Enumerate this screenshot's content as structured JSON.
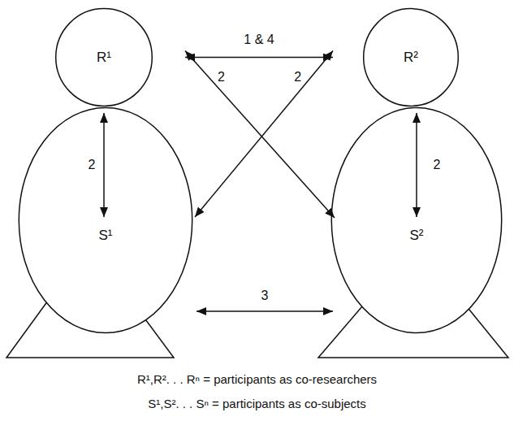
{
  "diagram": {
    "nodes": [
      {
        "text": [
          "R¹"
        ]
      },
      {
        "text": [
          "R²"
        ]
      },
      {
        "text": [
          "S¹"
        ]
      },
      {
        "text": [
          "S²"
        ]
      }
    ],
    "edges": [
      {
        "from": 0,
        "to": 1,
        "label": "1 & 4",
        "arrow": "both"
      },
      {
        "from": 0,
        "to": 2,
        "label": "2",
        "arrow": "both"
      },
      {
        "from": 1,
        "to": 3,
        "label": "2",
        "arrow": "both"
      },
      {
        "from": 0,
        "to": 3,
        "label": "2",
        "arrow": "both"
      },
      {
        "from": 1,
        "to": 2,
        "label": "2",
        "arrow": "both"
      },
      {
        "from": 2,
        "to": 3,
        "label": "3",
        "arrow": "both"
      }
    ],
    "labels": [
      "R¹,R². . . Rⁿ = participants as co-researchers",
      "S¹,S². . . Sⁿ = participants as co-subjects"
    ]
  }
}
